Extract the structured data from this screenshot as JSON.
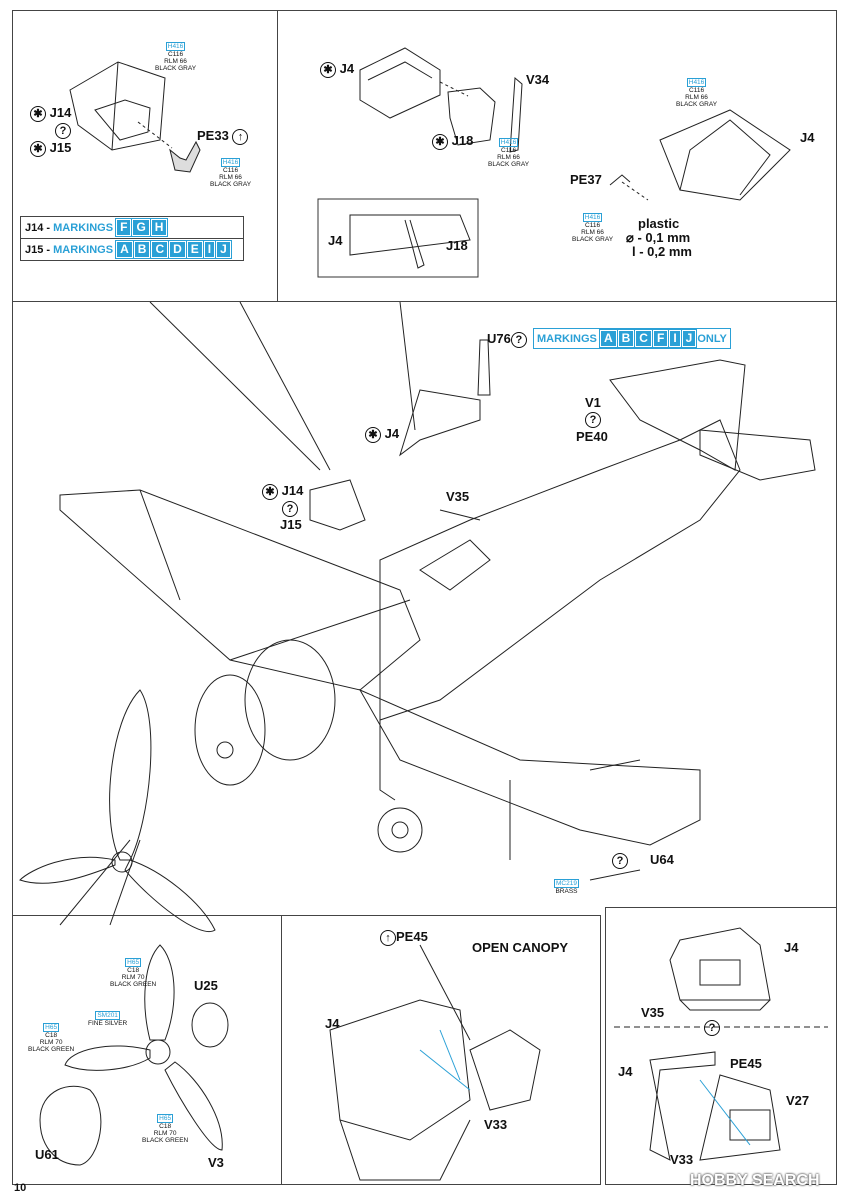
{
  "page_number": "10",
  "watermark": "HOBBY SEARCH",
  "panel_tl": {
    "part_j14": "J14",
    "part_j15": "J15",
    "part_pe33": "PE33",
    "paint1": {
      "h": "H416",
      "c": "C116",
      "rlm": "RLM 66",
      "name": "BLACK GRAY"
    },
    "paint2": {
      "h": "H416",
      "c": "C116",
      "rlm": "RLM 66",
      "name": "BLACK GRAY"
    },
    "markings_j14": {
      "label": "J14 - ",
      "word": "MARKINGS",
      "letters": [
        "F",
        "G",
        "H"
      ]
    },
    "markings_j15": {
      "label": "J15 - ",
      "word": "MARKINGS",
      "letters": [
        "A",
        "B",
        "C",
        "D",
        "E",
        "I",
        "J"
      ]
    }
  },
  "panel_tm": {
    "part_j4": "J4",
    "part_v34": "V34",
    "part_j18": "J18",
    "paint": {
      "h": "H416",
      "c": "C116",
      "rlm": "RLM 66",
      "name": "BLACK GRAY"
    },
    "inset_j4": "J4",
    "inset_j18": "J18"
  },
  "panel_tr": {
    "part_j4": "J4",
    "part_pe37": "PE37",
    "paint1": {
      "h": "H416",
      "c": "C116",
      "rlm": "RLM 66",
      "name": "BLACK GRAY"
    },
    "paint2": {
      "h": "H416",
      "c": "C116",
      "rlm": "RLM 66",
      "name": "BLACK GRAY"
    },
    "plastic": "plastic",
    "dia": "- 0,1 mm",
    "len": "l - 0,2 mm"
  },
  "main": {
    "part_u76": "U76",
    "markings_u76": {
      "word": "MARKINGS",
      "letters": [
        "A",
        "B",
        "C",
        "F",
        "I",
        "J"
      ],
      "suffix": "ONLY"
    },
    "part_v1": "V1",
    "part_pe40": "PE40",
    "part_j4": "J4",
    "part_j14": "J14",
    "part_j15": "J15",
    "part_v35": "V35",
    "part_u64": "U64",
    "brass": {
      "code": "MC219",
      "name": "BRASS"
    }
  },
  "panel_bl": {
    "part_u25": "U25",
    "part_u61": "U61",
    "part_v3": "V3",
    "paint1": {
      "h": "H65",
      "c": "C18",
      "rlm": "RLM 70",
      "name": "BLACK GREEN"
    },
    "paint2": {
      "h": "SM201",
      "name": "FINE SILVER"
    },
    "paint3": {
      "h": "H65",
      "c": "C18",
      "rlm": "RLM 70",
      "name": "BLACK GREEN"
    },
    "paint4": {
      "h": "H65",
      "c": "C18",
      "rlm": "RLM 70",
      "name": "BLACK GREEN"
    }
  },
  "panel_bm": {
    "title": "OPEN CANOPY",
    "part_pe45": "PE45",
    "part_j4": "J4",
    "part_v33": "V33"
  },
  "panel_br": {
    "part_j4_top": "J4",
    "part_v35": "V35",
    "part_j4_bot": "J4",
    "part_pe45": "PE45",
    "part_v27": "V27",
    "part_v33": "V33"
  }
}
